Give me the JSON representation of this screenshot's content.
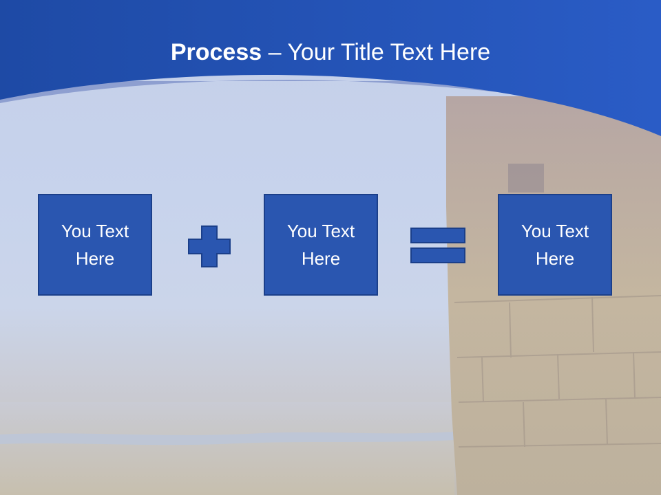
{
  "title": {
    "bold": "Process",
    "rest": " – Your Title Text Here"
  },
  "boxes": [
    {
      "text": "You Text Here"
    },
    {
      "text": "You Text Here"
    },
    {
      "text": "You Text Here"
    }
  ],
  "operators": [
    "plus-icon",
    "equals-icon"
  ],
  "colors": {
    "header": "#1f4ea8",
    "box": "#2a56b0",
    "box_border": "#1b3f8a"
  }
}
